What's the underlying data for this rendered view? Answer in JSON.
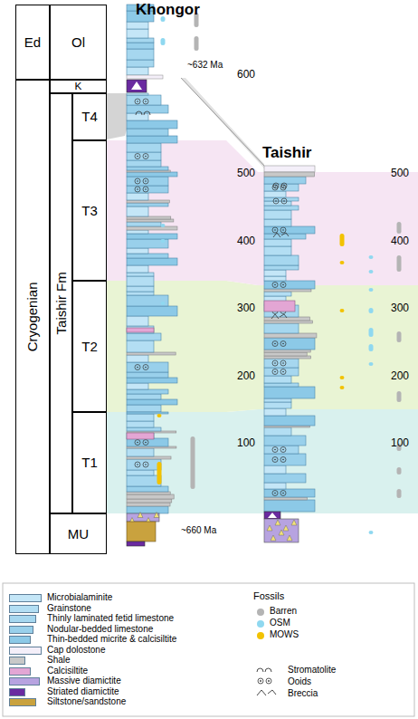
{
  "diagram": {
    "nodes": [
      {
        "text": [
          "Ed"
        ]
      },
      {
        "text": [
          "Ol"
        ]
      },
      {
        "text": [
          "Cryogenian"
        ]
      },
      {
        "text": [
          "K"
        ]
      },
      {
        "text": [
          "Taishir Fm"
        ]
      },
      {
        "text": [
          "T4"
        ]
      },
      {
        "text": [
          "T3"
        ]
      },
      {
        "text": [
          "T2"
        ]
      },
      {
        "text": [
          "T1"
        ]
      },
      {
        "text": [
          "MU"
        ]
      }
    ],
    "labels": [
      "Khongor",
      "600",
      "~632 Ma",
      "Taishir",
      "500",
      "500",
      "400",
      "400",
      "300",
      "300",
      "200",
      "200",
      "100",
      "100",
      "~660 Ma",
      "Fossils"
    ],
    "legend": [
      {
        "text": "Microbialaminite",
        "color": "#c4e6f7"
      },
      {
        "text": "Grainstone",
        "color": "#b3def3"
      },
      {
        "text": "Thinly laminated fetid limestone",
        "color": "#a6d7ef"
      },
      {
        "text": "Nodular-bedded limestone",
        "color": "#99d0eb"
      },
      {
        "text": "Thin-bedded micrite & calcisiltite",
        "color": "#8cc9e7"
      },
      {
        "text": "Cap dolostone",
        "color": "#f4eff9"
      },
      {
        "text": "Shale",
        "color": "#c8c8c8"
      },
      {
        "text": "Calcisiltite",
        "color": "#e3a6d4"
      },
      {
        "text": "Massive diamictite",
        "color": "#b7a3e0"
      },
      {
        "text": "Striated diamictite",
        "color": "#6a2aa0"
      },
      {
        "text": "Siltstone/sandstone",
        "color": "#c9a23e"
      },
      {
        "text": "Barren",
        "color": "#b4b4b4"
      },
      {
        "text": "OSM",
        "color": "#8fd8f0"
      },
      {
        "text": "MOWS",
        "color": "#f2c200"
      },
      {
        "text": "Stromatolite"
      },
      {
        "text": "Ooids"
      },
      {
        "text": "Breccia"
      }
    ]
  }
}
